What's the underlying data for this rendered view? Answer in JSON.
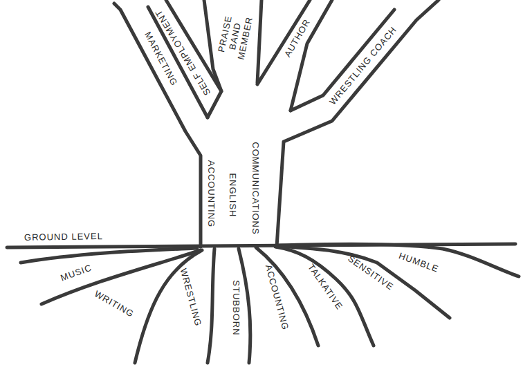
{
  "diagram": {
    "labels": [
      "GROUND LEVEL",
      "MARKETING",
      "SELF EMPLOYMENT",
      "PRAISE BAND MEMBER",
      "AUTHOR",
      "WRESTLING COACH",
      "ACCOUNTING",
      "ENGLISH",
      "COMMUNICATIONS",
      "MUSIC",
      "WRITING",
      "WRESTLING",
      "STUBBORN",
      "ACCOUNTING",
      "TALKATIVE",
      "SENSITIVE",
      "HUMBLE"
    ]
  }
}
